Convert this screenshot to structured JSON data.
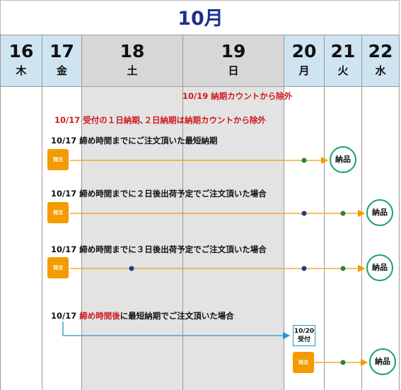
{
  "month": "10月",
  "days": [
    {
      "num": "16",
      "weekday": "木",
      "weekend": false
    },
    {
      "num": "17",
      "weekday": "金",
      "weekend": false
    },
    {
      "num": "18",
      "weekday": "土",
      "weekend": true
    },
    {
      "num": "19",
      "weekday": "日",
      "weekend": true
    },
    {
      "num": "20",
      "weekday": "月",
      "weekend": false
    },
    {
      "num": "21",
      "weekday": "火",
      "weekend": false
    },
    {
      "num": "22",
      "weekday": "水",
      "weekend": false
    }
  ],
  "notes": {
    "holiday_exclusion": "10/19 納期カウントから除外",
    "weekend_exclusion": "10/17 受付の１日納期､２日納期は納期カウントから除外"
  },
  "cases": [
    {
      "text": "10/17 締め時間までにご注文頂いた最短納期"
    },
    {
      "text": "10/17 締め時間までに２日後出荷予定でご注文頂いた場合"
    },
    {
      "text": "10/17 締め時間までに３日後出荷予定でご注文頂いた場合"
    },
    {
      "text_prefix": "10/17 ",
      "text_highlight": "締め時間後",
      "text_suffix": "に最短納期でご注文頂いた場合"
    }
  ],
  "order_label": "発注",
  "delivery_label": "納品",
  "accept_label_line1": "10/20",
  "accept_label_line2": "受付",
  "colors": {
    "header_blue": "#cfe4f1",
    "weekend_gray": "#d7d7d7",
    "accent_orange": "#f39b00",
    "delivery_green": "#17a06b",
    "dot_green": "#1e8a3a",
    "dot_blue": "#1f3a8f",
    "arrow_blue": "#2196d3",
    "note_red": "#d0181f",
    "title_navy": "#1d2f8c"
  }
}
